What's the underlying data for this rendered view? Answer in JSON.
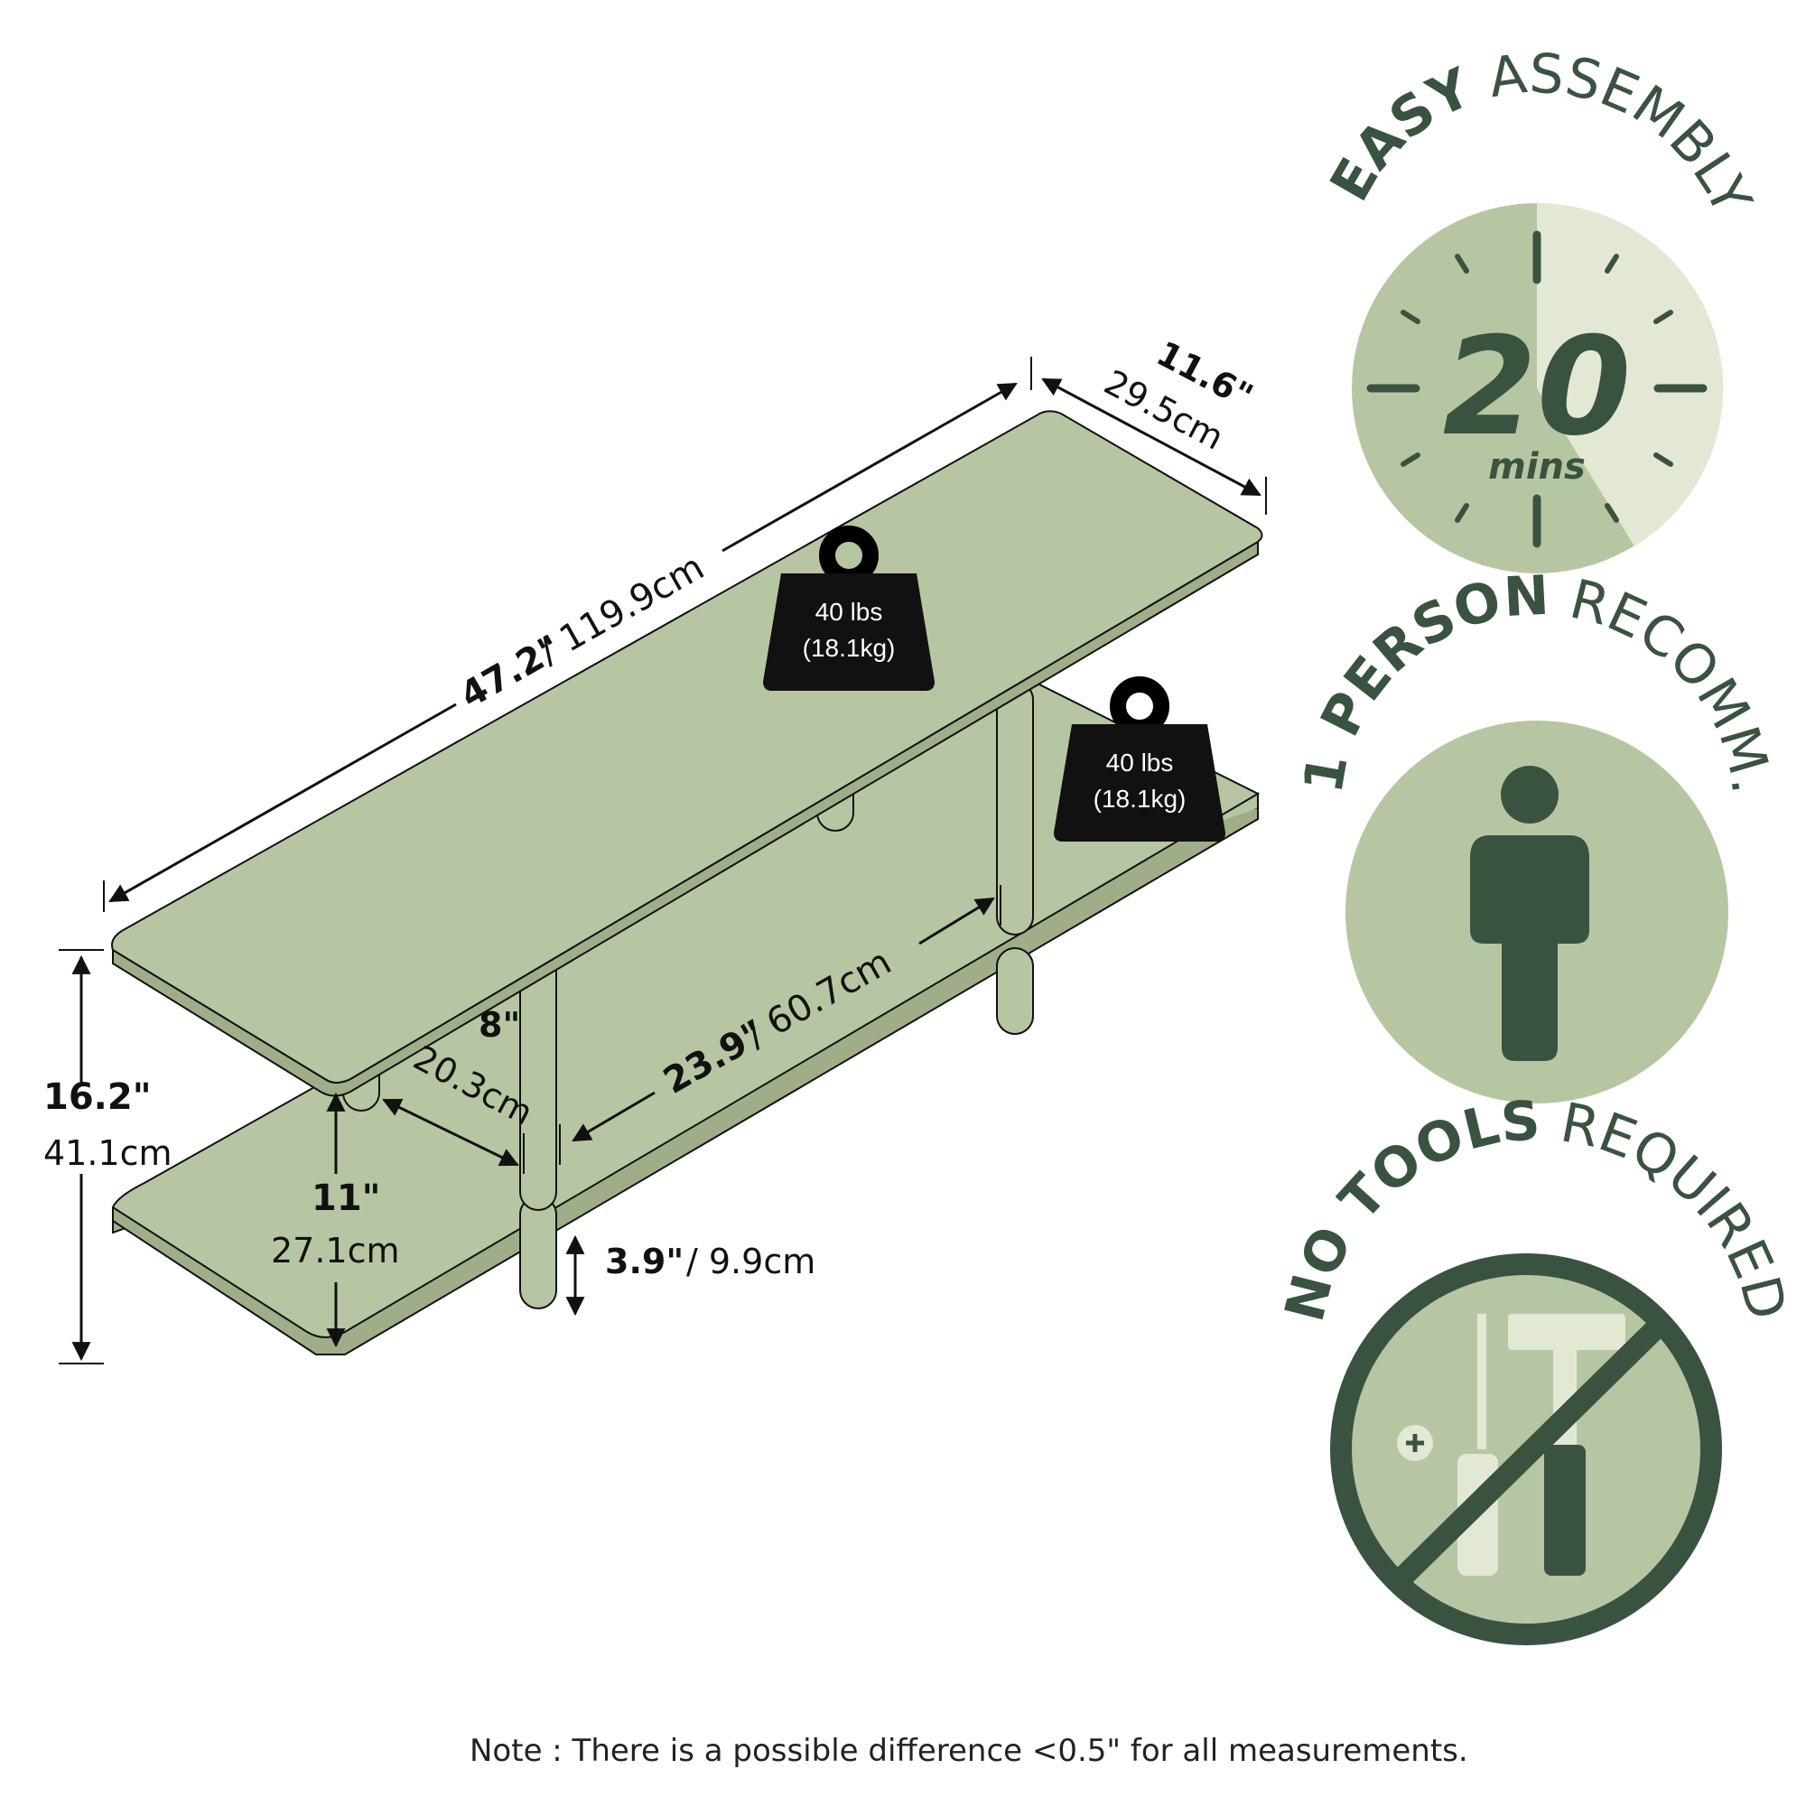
{
  "colors": {
    "shelf": "#b7c6a2",
    "shelf_light": "#e2e8d4",
    "badge_dark": "#3a5340",
    "outline": "#111111"
  },
  "dimensions": {
    "width_in": "47.2\"",
    "width_cm": "/ 119.9cm",
    "depth_in": "11.6\"",
    "depth_cm": "29.5cm",
    "height_in": "16.2\"",
    "height_cm": "41.1cm",
    "shelf_gap_in": "11\"",
    "shelf_gap_cm": "27.1cm",
    "leg_inset_in": "8\"",
    "leg_inset_cm": "20.3cm",
    "leg_span_in": "23.9\"",
    "leg_span_cm": "/ 60.7cm",
    "foot_in": "3.9\"",
    "foot_cm": "/ 9.9cm"
  },
  "weights": {
    "top": {
      "lbs": "40 lbs",
      "kg": "(18.1kg)"
    },
    "bottom": {
      "lbs": "40 lbs",
      "kg": "(18.1kg)"
    }
  },
  "badges": {
    "assembly": {
      "bold": "EASY",
      "rest": "ASSEMBLY",
      "number": "20",
      "unit": "mins",
      "icon": "clock-icon"
    },
    "person": {
      "bold": "1 PERSON",
      "rest": "RECOMM.",
      "icon": "person-icon"
    },
    "tools": {
      "bold": "NO TOOLS",
      "rest": "REQUIRED",
      "icon": "no-tools-icon"
    }
  },
  "note": "Note : There is a possible difference <0.5\" for all measurements."
}
